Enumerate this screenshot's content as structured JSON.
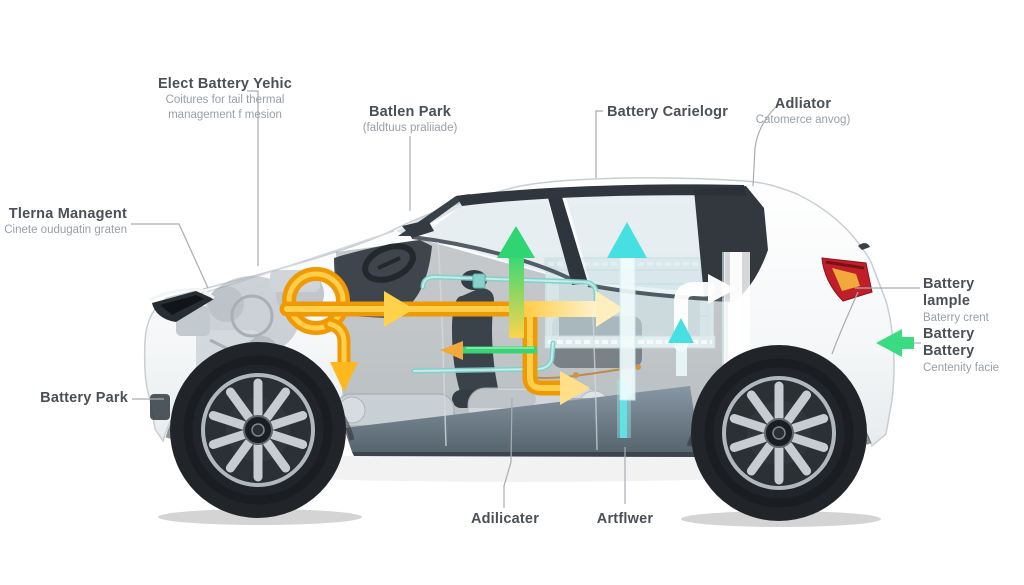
{
  "labels": {
    "elect_battery_yehic": {
      "title": "Elect Battery Yehic",
      "sub1": "Coitures for tail thermal",
      "sub2": "management f mesion"
    },
    "tlerna_managent": {
      "title": "Tlerna Managent",
      "sub1": "Cinete oudugatin graten"
    },
    "batlen_park": {
      "title": "Batlen Park",
      "sub1": "(faldtuus praliiade)"
    },
    "battery_carielogr": {
      "title": "Battery Carielogr"
    },
    "adliator": {
      "title": "Adliator",
      "sub1": "Catomerce anvog)"
    },
    "battery_lample": {
      "title": "Battery lample",
      "sub1": "Baterry crent"
    },
    "battery_battery": {
      "title": "Battery Battery",
      "sub1": "Centenity facie"
    },
    "battery_park": {
      "title": "Battery Park"
    },
    "adilicater": {
      "title": "Adilicater"
    },
    "artflwer": {
      "title": "Artflwer"
    }
  },
  "colors": {
    "label_title": "#4a5056",
    "label_sub": "#98a0a7",
    "callout_line": "#a7adb3",
    "pipe_orange": "#ef9a05",
    "pipe_orange_light": "#ffce4a",
    "arrow_yellow": "#ffd24a",
    "arrow_pale_yellow": "#ffeebe",
    "arrow_green": "#2fd573",
    "arrow_cyan": "#46e0e2",
    "pipe_teal": "#7ed2cc",
    "taillight_red": "#c01f29",
    "taillight_amber": "#f2a93b",
    "rocker_gray": "#6d7c8a",
    "body_white": "#fafbfc"
  }
}
